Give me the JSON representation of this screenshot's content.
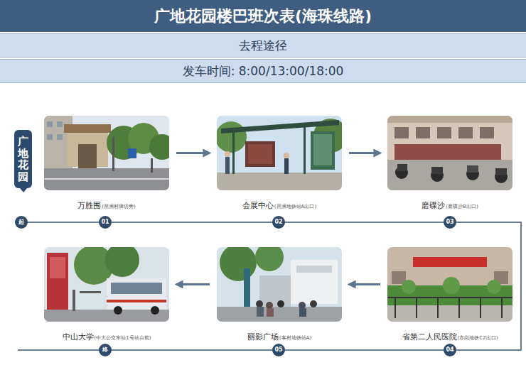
{
  "diagram": {
    "title": "广地花园楼巴班次表(海珠线路)",
    "nodes": [
      {
        "text": [
          "去程途径"
        ]
      },
      {
        "text": [
          "发车时间: 8:00/13:00/18:00"
        ]
      },
      {
        "text": [
          "广地花园"
        ]
      },
      {
        "text": [
          "万胜围",
          "(琶洲村牌坊旁)"
        ]
      },
      {
        "text": [
          "会展中心",
          "(琶洲地铁站A出口)"
        ]
      },
      {
        "text": [
          "磨碟沙",
          "(磨碟沙B出口)"
        ]
      },
      {
        "text": [
          "中山大学",
          "(中大公交车站1号站台前)"
        ]
      },
      {
        "text": [
          "丽影广场",
          "(客村地铁站A)"
        ]
      },
      {
        "text": [
          "省第二人民医院",
          "(赤岗地铁C2出口)"
        ]
      },
      {
        "text": [
          "起"
        ]
      },
      {
        "text": [
          "01"
        ]
      },
      {
        "text": [
          "02"
        ]
      },
      {
        "text": [
          "03"
        ]
      },
      {
        "text": [
          "终"
        ]
      },
      {
        "text": [
          "05"
        ]
      },
      {
        "text": [
          "04"
        ]
      }
    ],
    "edges": [
      {
        "from": 3,
        "to": 4,
        "arrow": "to"
      },
      {
        "from": 4,
        "to": 5,
        "arrow": "to"
      },
      {
        "from": 8,
        "to": 7,
        "arrow": "to"
      },
      {
        "from": 7,
        "to": 6,
        "arrow": "to"
      },
      {
        "from": 9,
        "to": 10,
        "arrow": "none"
      },
      {
        "from": 10,
        "to": 11,
        "arrow": "none"
      },
      {
        "from": 11,
        "to": 12,
        "arrow": "none"
      },
      {
        "from": 12,
        "to": 15,
        "arrow": "none"
      },
      {
        "from": 15,
        "to": 14,
        "arrow": "none"
      },
      {
        "from": 14,
        "to": 13,
        "arrow": "none"
      }
    ]
  }
}
